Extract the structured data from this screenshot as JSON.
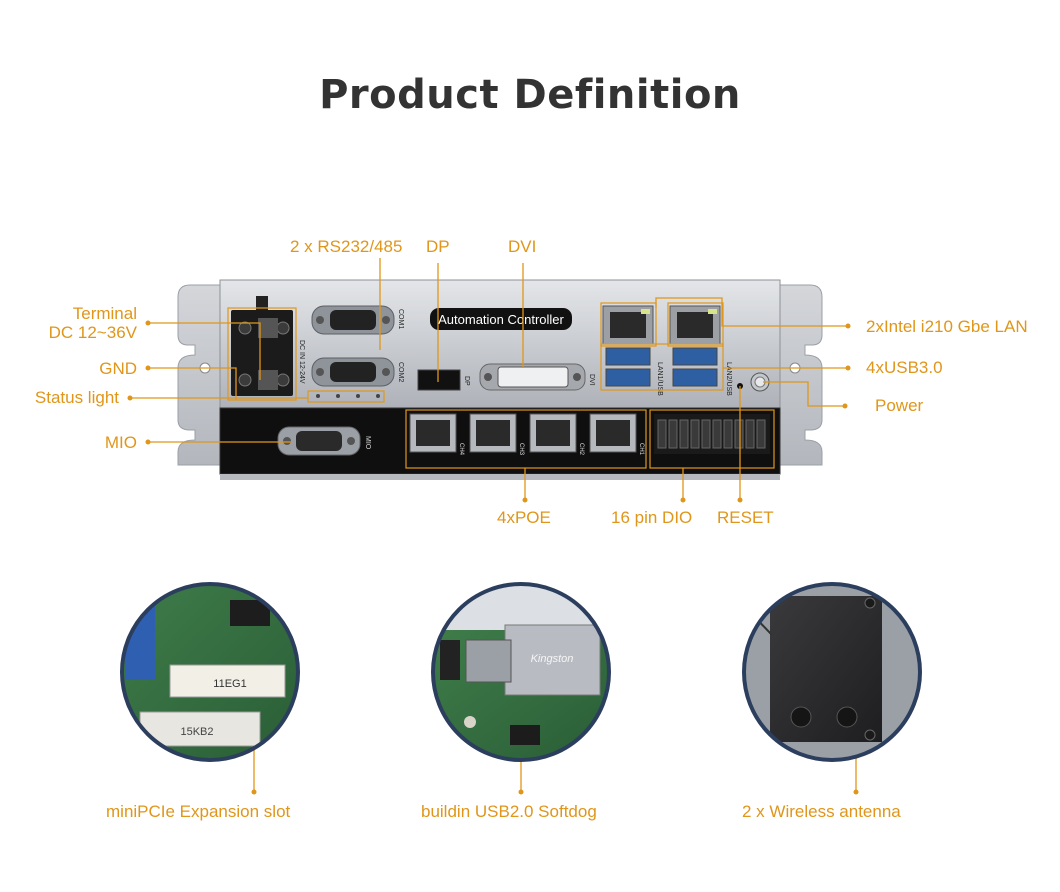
{
  "title": "Product Definition",
  "device": {
    "panel_text": "Automation Controller",
    "port_marks": {
      "com1": "COM1",
      "com2": "COM2",
      "dp": "DP",
      "dvi": "DVI",
      "mio": "MIO",
      "dc_in": "DC IN 12-24V",
      "lan1_usb": "LAN1/USB",
      "lan2_usb": "LAN2/USB",
      "ch4": "CH4",
      "ch3": "CH3",
      "ch2": "CH2",
      "ch1": "CH1"
    }
  },
  "callouts": {
    "rs232": "2 x RS232/485",
    "dp": "DP",
    "dvi": "DVI",
    "terminal_line1": "Terminal",
    "terminal_line2": "DC 12~36V",
    "gnd": "GND",
    "status_light": "Status light",
    "mio": "MIO",
    "lan": "2xIntel i210 Gbe LAN",
    "usb": "4xUSB3.0",
    "power": "Power",
    "poe": "4xPOE",
    "dio": "16 pin DIO",
    "reset": "RESET"
  },
  "insets": [
    {
      "caption": "miniPCIe Expansion slot",
      "chip_text_1": "11EG1",
      "chip_text_2": "15KB2"
    },
    {
      "caption": "buildin USB2.0 Softdog",
      "chip_text_1": "Kingston"
    },
    {
      "caption": "2 x Wireless antenna"
    }
  ],
  "colors": {
    "accent": "#e0961a",
    "title": "#333333",
    "circle_border": "#2c3e5e",
    "chassis_silver": "#c9ccd1",
    "chassis_black": "#111111"
  }
}
